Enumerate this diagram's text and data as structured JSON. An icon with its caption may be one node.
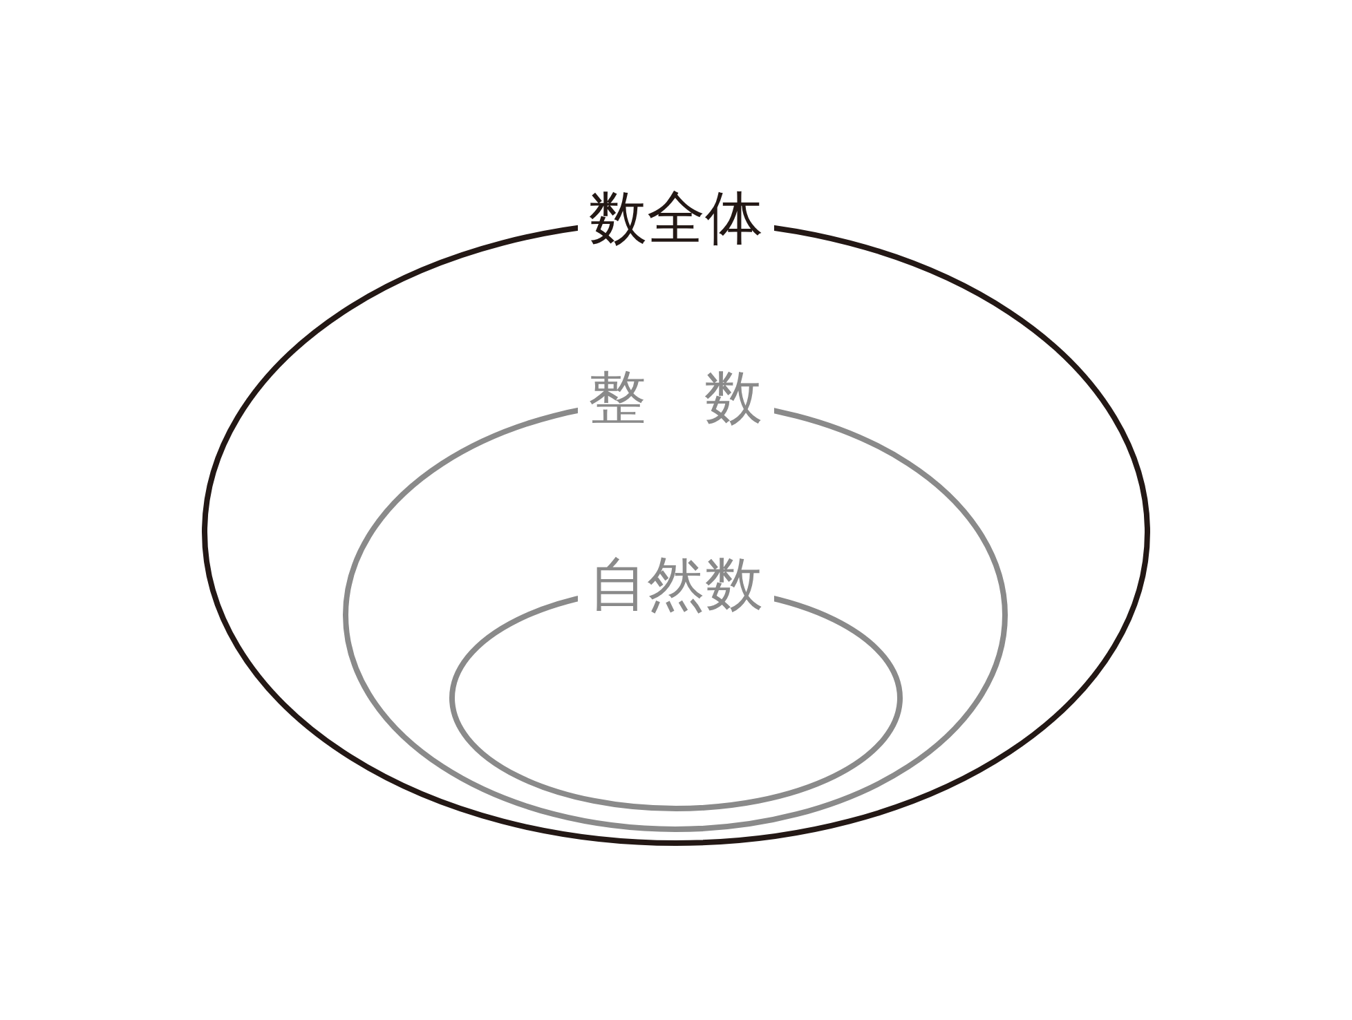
{
  "diagram": {
    "nodes": [
      {
        "text": [
          "数全体"
        ]
      },
      {
        "text": [
          "整　数"
        ],
        "in": 0
      },
      {
        "text": [
          "自然数"
        ],
        "in": 1
      }
    ]
  }
}
